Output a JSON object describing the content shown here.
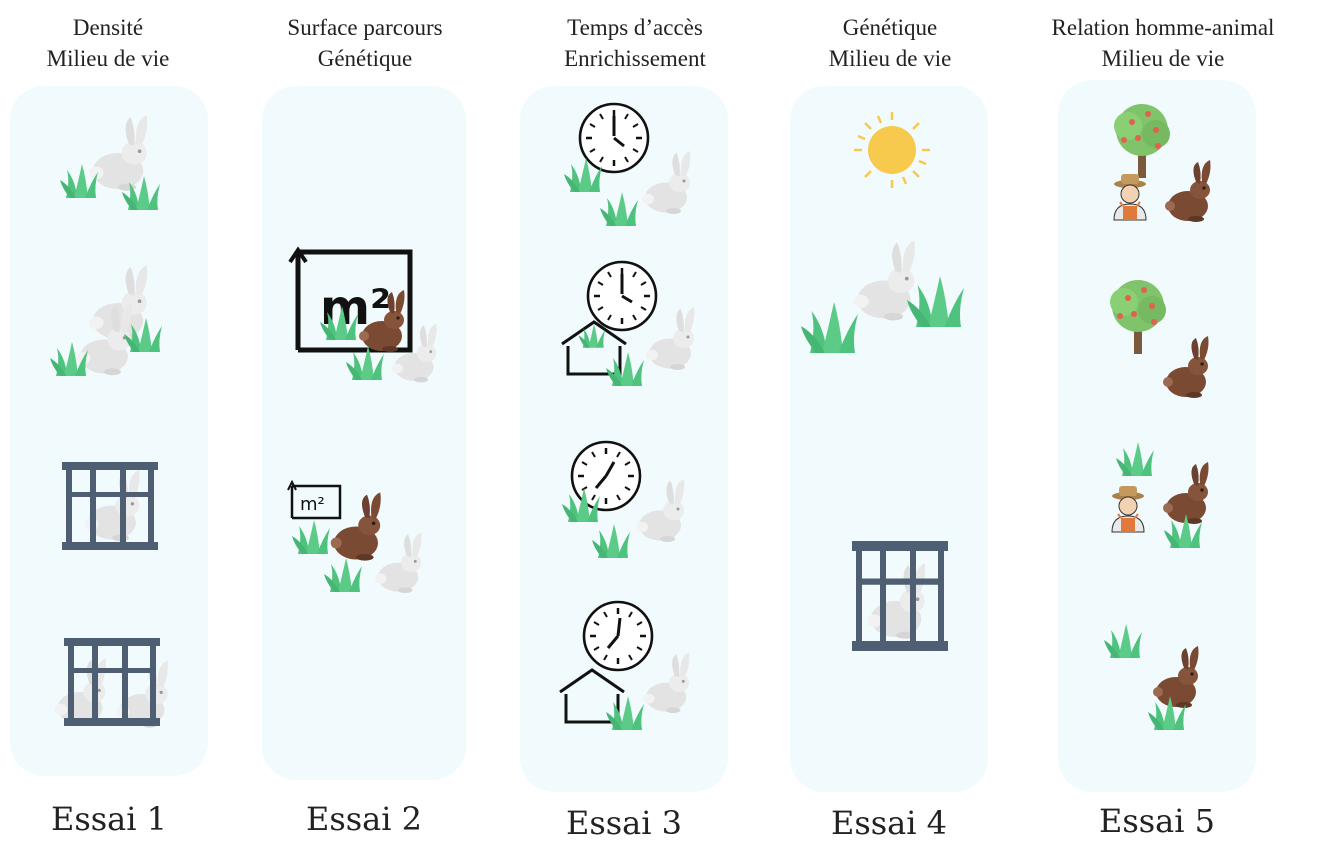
{
  "trials": [
    {
      "header": [
        "Densité",
        "Milieu de vie"
      ],
      "label": "Essai 1",
      "conditions": [
        "rabbit-on-grass",
        "two-rabbits-on-grass",
        "rabbit-in-cage",
        "two-rabbits-in-cage"
      ]
    },
    {
      "header": [
        "Surface parcours",
        "Génétique"
      ],
      "label": "Essai 2",
      "conditions": [
        "large-area-m2-two-genotypes",
        "small-area-m2-two-genotypes"
      ]
    },
    {
      "header": [
        "Temps d’accès",
        "Enrichissement"
      ],
      "label": "Essai 3",
      "conditions": [
        "clock-long-access",
        "clock-long-access-shelter",
        "clock-short-access",
        "clock-short-access-shelter"
      ]
    },
    {
      "header": [
        "Génétique",
        "Milieu de vie"
      ],
      "label": "Essai 4",
      "conditions": [
        "sun-outdoor-rabbit-on-grass",
        "rabbit-in-cage"
      ]
    },
    {
      "header": [
        "Relation homme-animal",
        "Milieu de vie"
      ],
      "label": "Essai 5",
      "conditions": [
        "tree-farmer-rabbit",
        "tree-rabbit",
        "grass-farmer-rabbit",
        "grass-rabbit"
      ]
    }
  ],
  "icons": [
    "white-rabbit-icon",
    "brown-rabbit-icon",
    "grass-icon",
    "cage-icon",
    "m2-area-icon",
    "clock-icon",
    "shelter-icon",
    "sun-icon",
    "apple-tree-icon",
    "farmer-icon"
  ],
  "colors": {
    "panel": "#f1fafd",
    "grass": "#4fc27e",
    "cage": "#4e5f73",
    "white_rabbit": "#e2e2e2",
    "brown_rabbit": "#7a4a33",
    "sun": "#f7c94c"
  }
}
